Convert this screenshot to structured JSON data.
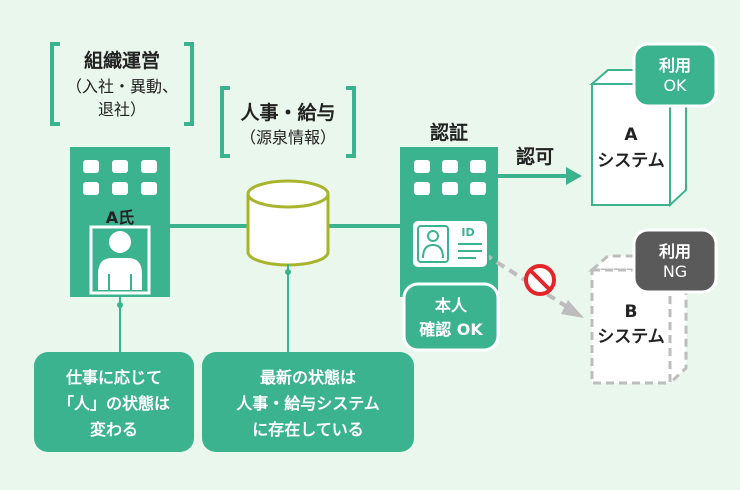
{
  "org": {
    "line1": "組織運営",
    "line2": "（入社・異動、",
    "line3": "退社）"
  },
  "hr": {
    "line1": "人事・給与",
    "line2": "（源泉情報）"
  },
  "auth": {
    "title": "認証"
  },
  "person": {
    "label": "A氏"
  },
  "approve": {
    "label": "認可"
  },
  "systemA": {
    "line1": "A",
    "line2": "システム"
  },
  "systemB": {
    "line1": "B",
    "line2": "システム"
  },
  "badgeOK": {
    "line1": "利用",
    "line2": "OK"
  },
  "badgeNG": {
    "line1": "利用",
    "line2": "NG"
  },
  "idcard": {
    "tag": "ID"
  },
  "identity": {
    "line1": "本人",
    "line2": "確認 OK"
  },
  "note1": {
    "line1": "仕事に応じて",
    "line2": "「人」の状態は",
    "line3": "変わる"
  },
  "note2": {
    "line1": "最新の状態は",
    "line2": "人事・給与システム",
    "line3": "に存在している"
  },
  "colors": {
    "green": "#3bb38f",
    "lightgreen": "#eaf7ec",
    "olive": "#a8b52c",
    "gray": "#5a5a5a",
    "dashed": "#bdbdbd",
    "red": "#e4262a"
  }
}
